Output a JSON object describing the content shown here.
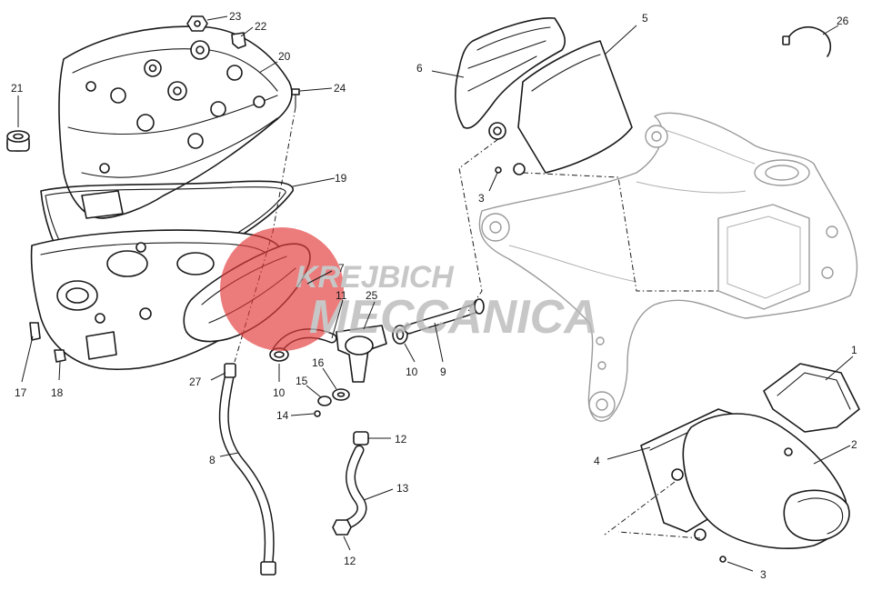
{
  "callouts": [
    {
      "id": "1",
      "label": "1"
    },
    {
      "id": "2",
      "label": "2"
    },
    {
      "id": "3a",
      "label": "3"
    },
    {
      "id": "3b",
      "label": "3"
    },
    {
      "id": "4",
      "label": "4"
    },
    {
      "id": "5",
      "label": "5"
    },
    {
      "id": "6",
      "label": "6"
    },
    {
      "id": "7",
      "label": "7"
    },
    {
      "id": "8",
      "label": "8"
    },
    {
      "id": "9",
      "label": "9"
    },
    {
      "id": "10a",
      "label": "10"
    },
    {
      "id": "10b",
      "label": "10"
    },
    {
      "id": "11",
      "label": "11"
    },
    {
      "id": "12a",
      "label": "12"
    },
    {
      "id": "12b",
      "label": "12"
    },
    {
      "id": "13",
      "label": "13"
    },
    {
      "id": "14",
      "label": "14"
    },
    {
      "id": "15",
      "label": "15"
    },
    {
      "id": "16",
      "label": "16"
    },
    {
      "id": "17",
      "label": "17"
    },
    {
      "id": "18",
      "label": "18"
    },
    {
      "id": "19",
      "label": "19"
    },
    {
      "id": "20",
      "label": "20"
    },
    {
      "id": "21",
      "label": "21"
    },
    {
      "id": "22",
      "label": "22"
    },
    {
      "id": "23",
      "label": "23"
    },
    {
      "id": "24",
      "label": "24"
    },
    {
      "id": "25",
      "label": "25"
    },
    {
      "id": "26",
      "label": "26"
    },
    {
      "id": "27",
      "label": "27"
    }
  ],
  "watermark": {
    "line1": "KREJBICH",
    "line2": "MECCANICA",
    "text_color": "#b8b8b8",
    "circle_color": "#e33b3b"
  }
}
